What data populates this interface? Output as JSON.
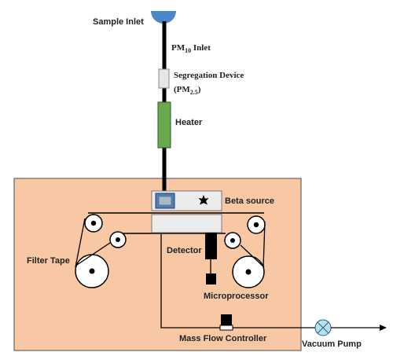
{
  "labels": {
    "sample_inlet": "Sample Inlet",
    "pm10_inlet_main": "PM",
    "pm10_inlet_sub": "10",
    "pm10_inlet_tail": " Inlet",
    "segregation_device": "Segregation Device",
    "segregation_pm_main": "(PM",
    "segregation_pm_sub": "2.5",
    "segregation_pm_tail": ")",
    "heater": "Heater",
    "beta_source": "Beta source",
    "filter_tape": "Filter Tape",
    "detector": "Detector",
    "microprocessor": "Microprocessor",
    "mass_flow_controller": "Mass Flow Controller",
    "vacuum_pump": "Vacuum Pump"
  },
  "colors": {
    "enclosure_fill": "#f8c8a5",
    "enclosure_stroke": "#4a4a4a",
    "inlet_blue": "#4a86c8",
    "heater_green": "#6aa84f",
    "pump_fill": "#b9dff2",
    "segregation_fill": "#e6e6e6"
  }
}
